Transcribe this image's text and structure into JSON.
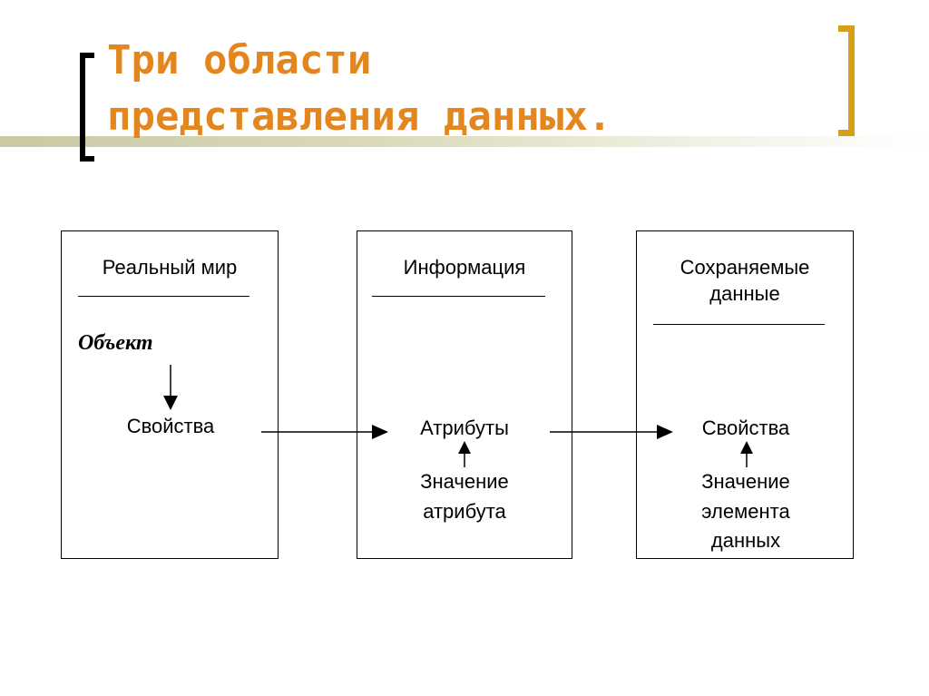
{
  "title": {
    "line1": "Три области",
    "line2": "представления данных."
  },
  "colors": {
    "title": "#e3861e",
    "bracket_right": "#d4a017",
    "bracket_left": "#000000"
  },
  "diagram": {
    "real_world": {
      "header": "Реальный мир",
      "object": "Объект",
      "properties": "Свойства"
    },
    "information": {
      "header": "Информация",
      "attributes": "Атрибуты",
      "value_line1": "Значение",
      "value_line2": "атрибута"
    },
    "stored_data": {
      "header_line1": "Сохраняемые",
      "header_line2": "данные",
      "properties": "Свойства",
      "value_line1": "Значение",
      "value_line2": "элемента",
      "value_line3": "данных"
    }
  }
}
